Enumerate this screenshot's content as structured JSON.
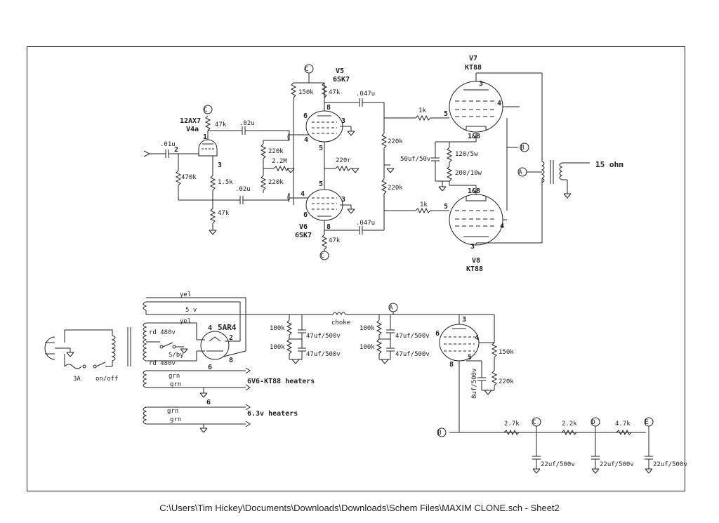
{
  "footer": "C:\\Users\\Tim Hickey\\Documents\\Downloads\\Downloads\\Schem Files\\MAXIM CLONE.sch  -  Sheet2",
  "tubes": {
    "v4a": {
      "type": "12AX7",
      "ref": "V4a"
    },
    "v5": {
      "ref": "V5",
      "type": "6SK7"
    },
    "v6": {
      "ref": "V6",
      "type": "6SK7"
    },
    "v7": {
      "ref": "V7",
      "type": "KT88"
    },
    "v8": {
      "ref": "V8",
      "type": "KT88"
    },
    "rect": {
      "type": "5AR4"
    }
  },
  "nodes": {
    "c": "C",
    "b": "B",
    "a": "A",
    "d": "D",
    "e": "E"
  },
  "pins": {
    "p1": "1",
    "p2": "2",
    "p3": "3",
    "p4": "4",
    "p5": "5",
    "p6": "6",
    "p8": "8",
    "p18": "1&8"
  },
  "components": {
    "r47k": "47k",
    "r470k": "470k",
    "r15k": "1.5k",
    "c01u": ".01u",
    "c02u": ".02u",
    "r150k": "150k",
    "r220k": "220k",
    "r22m": "2.2M",
    "r220r": "220r",
    "c047u": ".047u",
    "r1k": "1k",
    "c50u": "50uf/50v",
    "r120": "120/5w",
    "r200": "200/10w",
    "out": "15 ohm",
    "r100k": "100k",
    "c47u": "47uf/500v",
    "choke": "choke",
    "c8u": "8uf/500v",
    "r27k": "2.7k",
    "r22k": "2.2k",
    "r47k2": "4.7k",
    "c22u": "22uf/500v"
  },
  "psu": {
    "yel": "yel",
    "v5": "5 v",
    "rd480": "rd 480v",
    "sby": "S/by",
    "fuse": "3A",
    "onoff": "on/off",
    "grn": "grn",
    "six": "6",
    "kt88_heaters": "6V6-KT88 heaters",
    "heaters63": "6.3v heaters"
  }
}
